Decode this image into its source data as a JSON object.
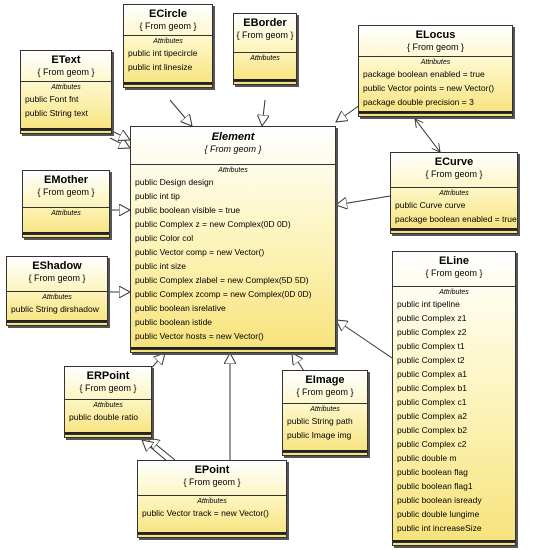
{
  "diagram": {
    "classes": [
      {
        "id": "etext",
        "name": "EText",
        "package": "{ From geom }",
        "section": "Attributes",
        "attributes": [
          "public Font fnt",
          "public String text"
        ]
      },
      {
        "id": "ecircle",
        "name": "ECircle",
        "package": "{ From geom }",
        "section": "Attributes",
        "attributes": [
          "public int tipecircle",
          "public int linesize"
        ]
      },
      {
        "id": "eborder",
        "name": "EBorder",
        "package": "{ From geom }",
        "section": "Attributes",
        "attributes": []
      },
      {
        "id": "elocus",
        "name": "ELocus",
        "package": "{ From geom }",
        "section": "Attributes",
        "attributes": [
          "package boolean enabled = true",
          "public Vector points = new Vector()",
          "package double precision = 3"
        ]
      },
      {
        "id": "element",
        "name": "Element",
        "package": "{ From geom }",
        "section": "Attributes",
        "attributes": [
          "public Design design",
          "public int tip",
          "public boolean visible = true",
          "public Complex z = new Complex(0D 0D)",
          "public Color col",
          "public Vector comp = new Vector()",
          "public int size",
          "public Complex zlabel = new Complex(5D 5D)",
          "public Complex zcomp = new Complex(0D 0D)",
          "public boolean isrelative",
          "public boolean istide",
          "public Vector hosts = new Vector()"
        ]
      },
      {
        "id": "emother",
        "name": "EMother",
        "package": "{ From geom }",
        "section": "Attributes",
        "attributes": []
      },
      {
        "id": "ecurve",
        "name": "ECurve",
        "package": "{ From geom }",
        "section": "Attributes",
        "attributes": [
          "public Curve curve",
          "package boolean enabled = true"
        ]
      },
      {
        "id": "eshadow",
        "name": "EShadow",
        "package": "{ From geom }",
        "section": "Attributes",
        "attributes": [
          "public String dirshadow"
        ]
      },
      {
        "id": "eline",
        "name": "ELine",
        "package": "{ From geom }",
        "section": "Attributes",
        "attributes": [
          "public int tipeline",
          "public Complex z1",
          "public Complex z2",
          "public Complex t1",
          "public Complex t2",
          "public Complex a1",
          "public Complex b1",
          "public Complex c1",
          "public Complex a2",
          "public Complex b2",
          "public Complex c2",
          "public double m",
          "public boolean flag",
          "public boolean flag1",
          "public boolean isready",
          "public double lungime",
          "public int increaseSize"
        ]
      },
      {
        "id": "erpoint",
        "name": "ERPoint",
        "package": "{ From geom }",
        "section": "Attributes",
        "attributes": [
          "public double ratio"
        ]
      },
      {
        "id": "eimage",
        "name": "EImage",
        "package": "{ From geom }",
        "section": "Attributes",
        "attributes": [
          "public String path",
          "public Image img"
        ]
      },
      {
        "id": "epoint",
        "name": "EPoint",
        "package": "{ From geom }",
        "section": "Attributes",
        "attributes": [
          "public Vector track = new Vector()"
        ]
      }
    ]
  }
}
